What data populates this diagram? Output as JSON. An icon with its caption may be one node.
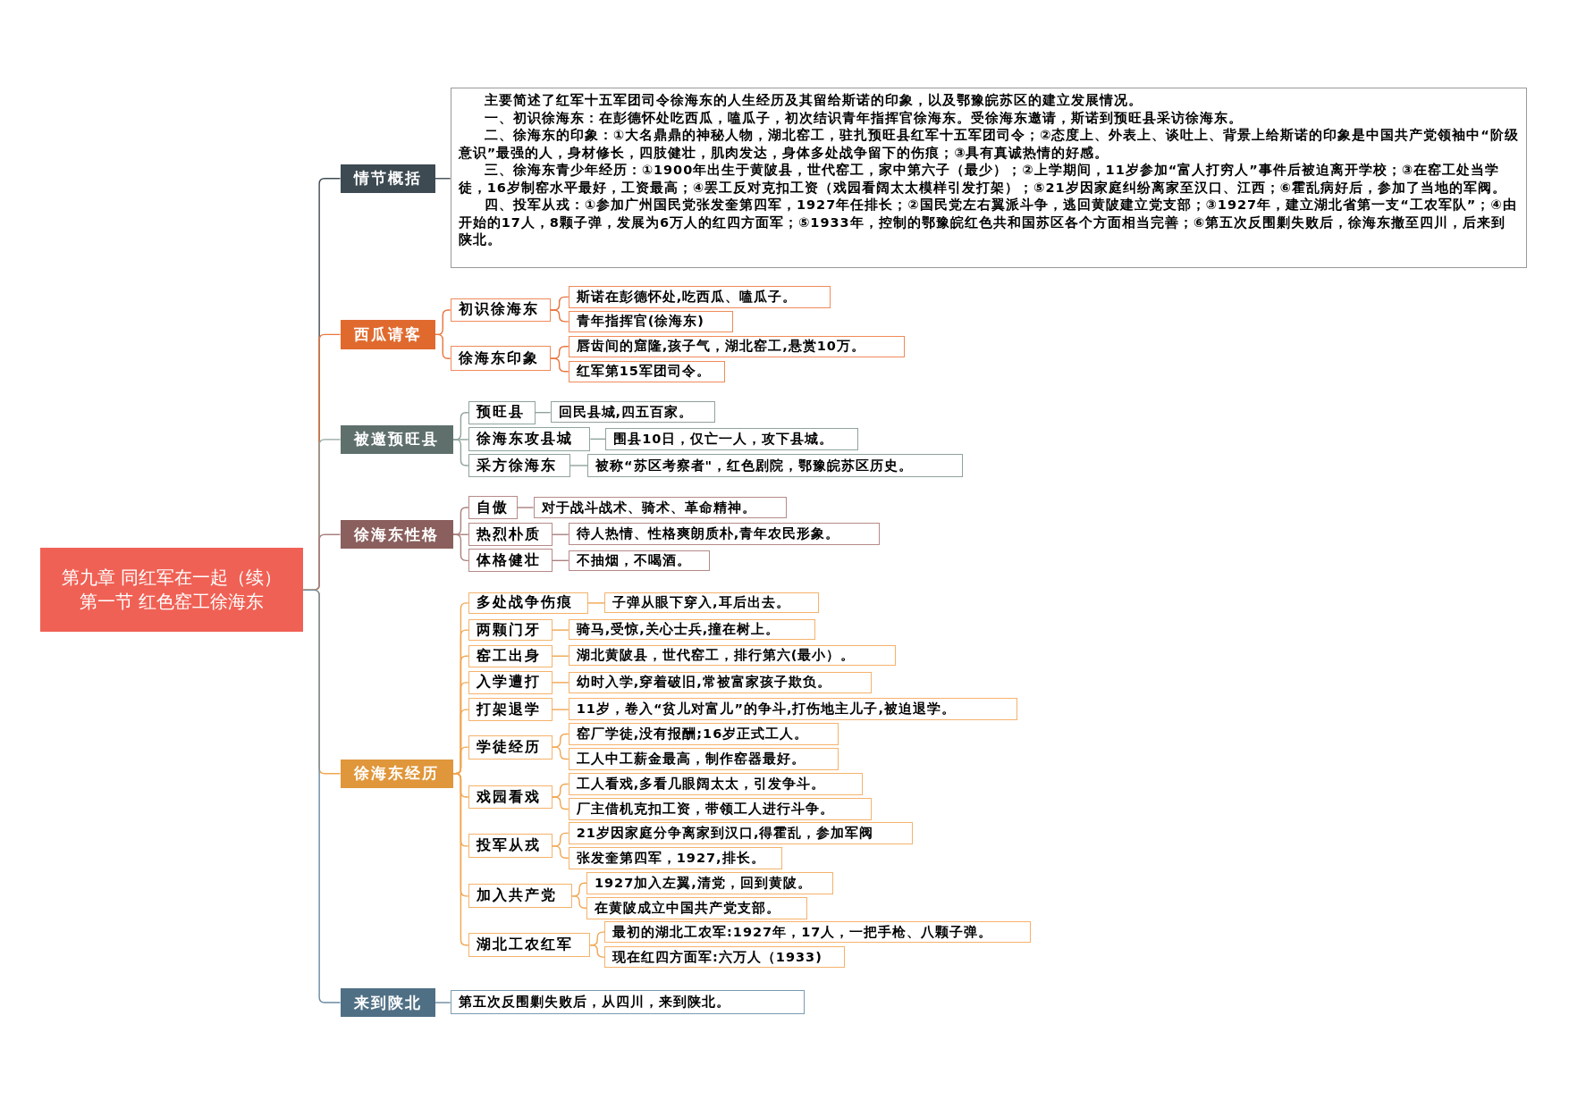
{
  "diagram": {
    "nodes": [
      {
        "text": [
          "第九章 同红军在一起（续）",
          "第一节 红色窑工徐海东"
        ]
      },
      {
        "text": [
          "情节概括"
        ]
      },
      {
        "text": [
          "主要简述了红军十五军团司令徐海东的人生经历及其留给斯诺的印象，以及鄂豫皖苏区的建立发展情况。",
          "一、初识徐海东：在彭德怀处吃西瓜，嗑瓜子，初次结识青年指挥官徐海东。受徐海东邀请，斯诺到预旺县采访徐海东。",
          "二、徐海东的印象：①大名鼎鼎的神秘人物，湖北窑工，驻扎预旺县红军十五军团司令；②态度上、外表上、谈吐上、背景上给斯诺的印象是中国共产党领袖中“阶级意识”最强的人，身材修长，四肢健壮，肌肉发达，身体多处战争留下的伤痕；③具有真诚热情的好感。",
          "三、徐海东青少年经历：①1900年出生于黄陂县，世代窑工，家中第六子（最少）；②上学期间，11岁参加“富人打穷人”事件后被迫离开学校；③在窑工处当学徒，16岁制窑水平最好，工资最高；④罢工反对克扣工资（戏园看阔太太模样引发打架）；⑤21岁因家庭纠纷离家至汉口、江西；⑥霍乱病好后，参加了当地的军阀。",
          "四、投军从戎：①参加广州国民党张发奎第四军，1927年任排长；②国民党左右翼派斗争，逃回黄陂建立党支部；③1927年，建立湖北省第一支“工农军队”；④由开始的17人，8颗子弹，发展为6万人的红四方面军；⑤1933年，控制的鄂豫皖红色共和国苏区各个方面相当完善；⑥第五次反围剿失败后，徐海东撤至四川，后来到陕北。"
        ]
      },
      {
        "text": [
          "西瓜请客"
        ]
      },
      {
        "text": [
          "初识徐海东"
        ]
      },
      {
        "text": [
          "斯诺在彭德怀处,吃西瓜、嗑瓜子。"
        ]
      },
      {
        "text": [
          "青年指挥官(徐海东)"
        ]
      },
      {
        "text": [
          "徐海东印象"
        ]
      },
      {
        "text": [
          "唇齿间的窟隆,孩子气，湖北窑工,悬赏10万。"
        ]
      },
      {
        "text": [
          "红军第15军团司令。"
        ]
      },
      {
        "text": [
          "被邀预旺县"
        ]
      },
      {
        "text": [
          "预旺县"
        ]
      },
      {
        "text": [
          "回民县城,四五百家。"
        ]
      },
      {
        "text": [
          "徐海东攻县城"
        ]
      },
      {
        "text": [
          "围县10日，仅亡一人，攻下县城。"
        ]
      },
      {
        "text": [
          "采方徐海东"
        ]
      },
      {
        "text": [
          "被称“苏区考察者\"，红色剧院，鄂豫皖苏区历史。"
        ]
      },
      {
        "text": [
          "徐海东性格"
        ]
      },
      {
        "text": [
          "自傲"
        ]
      },
      {
        "text": [
          "对于战斗战术、骑术、革命精神。"
        ]
      },
      {
        "text": [
          "热烈朴质"
        ]
      },
      {
        "text": [
          "待人热情、性格爽朗质朴,青年农民形象。"
        ]
      },
      {
        "text": [
          "体格健壮"
        ]
      },
      {
        "text": [
          "不抽烟，不喝酒。"
        ]
      },
      {
        "text": [
          "徐海东经历"
        ]
      },
      {
        "text": [
          "多处战争伤痕"
        ]
      },
      {
        "text": [
          "子弹从眼下穿入,耳后出去。"
        ]
      },
      {
        "text": [
          "两颗门牙"
        ]
      },
      {
        "text": [
          "骑马,受惊,关心士兵,撞在树上。"
        ]
      },
      {
        "text": [
          "窑工出身"
        ]
      },
      {
        "text": [
          "湖北黄陂县，世代窑工，排行第六(最小）。"
        ]
      },
      {
        "text": [
          "入学遭打"
        ]
      },
      {
        "text": [
          "幼时入学,穿着破旧,常被富家孩子欺负。"
        ]
      },
      {
        "text": [
          "打架退学"
        ]
      },
      {
        "text": [
          "11岁，卷入“贫儿对富儿”的争斗,打伤地主儿子,被迫退学。"
        ]
      },
      {
        "text": [
          "学徒经历"
        ]
      },
      {
        "text": [
          "窑厂学徒,没有报酬;16岁正式工人。"
        ]
      },
      {
        "text": [
          "工人中工薪金最高，制作窑器最好。"
        ]
      },
      {
        "text": [
          "戏园看戏"
        ]
      },
      {
        "text": [
          "工人看戏,多看几眼阔太太，引发争斗。"
        ]
      },
      {
        "text": [
          "厂主借机克扣工资，带领工人进行斗争。"
        ]
      },
      {
        "text": [
          "投军从戎"
        ]
      },
      {
        "text": [
          "21岁因家庭分争离家到汉口,得霍乱，参加军阀"
        ]
      },
      {
        "text": [
          "张发奎第四军，1927,排长。"
        ]
      },
      {
        "text": [
          "加入共产党"
        ]
      },
      {
        "text": [
          "1927加入左翼,清党，回到黄陂。"
        ]
      },
      {
        "text": [
          "在黄陂成立中国共产党支部。"
        ]
      },
      {
        "text": [
          "湖北工农红军"
        ]
      },
      {
        "text": [
          "最初的湖北工农军:1927年，17人，一把手枪、八颗子弹。"
        ]
      },
      {
        "text": [
          "现在红四方面军:六万人（1933)"
        ]
      },
      {
        "text": [
          "来到陕北"
        ]
      },
      {
        "text": [
          "第五次反围剿失败后，从四川，来到陕北。"
        ]
      }
    ],
    "edges": [
      {
        "from": 0,
        "to": 1,
        "arrow": "none",
        "color": "#3d4a52"
      },
      {
        "from": 1,
        "to": 2,
        "arrow": "none",
        "color": "#3d4a52"
      },
      {
        "from": 0,
        "to": 3,
        "arrow": "none",
        "color": "#e8743c"
      },
      {
        "from": 3,
        "to": 4,
        "arrow": "none",
        "color": "#e8743c"
      },
      {
        "from": 4,
        "to": 5,
        "arrow": "none",
        "color": "#e8743c"
      },
      {
        "from": 4,
        "to": 6,
        "arrow": "none",
        "color": "#e8743c"
      },
      {
        "from": 3,
        "to": 7,
        "arrow": "none",
        "color": "#e8743c"
      },
      {
        "from": 7,
        "to": 8,
        "arrow": "none",
        "color": "#e8743c"
      },
      {
        "from": 7,
        "to": 9,
        "arrow": "none",
        "color": "#e8743c"
      },
      {
        "from": 0,
        "to": 10,
        "arrow": "none",
        "color": "#8fa39c"
      },
      {
        "from": 10,
        "to": 11,
        "arrow": "none",
        "color": "#8fa39c"
      },
      {
        "from": 11,
        "to": 12,
        "arrow": "none",
        "color": "#8fa39c"
      },
      {
        "from": 10,
        "to": 13,
        "arrow": "none",
        "color": "#8fa39c"
      },
      {
        "from": 13,
        "to": 14,
        "arrow": "none",
        "color": "#8fa39c"
      },
      {
        "from": 10,
        "to": 15,
        "arrow": "none",
        "color": "#8fa39c"
      },
      {
        "from": 15,
        "to": 16,
        "arrow": "none",
        "color": "#8fa39c"
      },
      {
        "from": 0,
        "to": 17,
        "arrow": "none",
        "color": "#a9807e"
      },
      {
        "from": 17,
        "to": 18,
        "arrow": "none",
        "color": "#a9807e"
      },
      {
        "from": 18,
        "to": 19,
        "arrow": "none",
        "color": "#a9807e"
      },
      {
        "from": 17,
        "to": 20,
        "arrow": "none",
        "color": "#a9807e"
      },
      {
        "from": 20,
        "to": 21,
        "arrow": "none",
        "color": "#a9807e"
      },
      {
        "from": 17,
        "to": 22,
        "arrow": "none",
        "color": "#a9807e"
      },
      {
        "from": 22,
        "to": 23,
        "arrow": "none",
        "color": "#a9807e"
      },
      {
        "from": 0,
        "to": 24,
        "arrow": "none",
        "color": "#f0a650"
      },
      {
        "from": 24,
        "to": 25,
        "arrow": "none",
        "color": "#f0a650"
      },
      {
        "from": 25,
        "to": 26,
        "arrow": "none",
        "color": "#f0a650"
      },
      {
        "from": 24,
        "to": 27,
        "arrow": "none",
        "color": "#f0a650"
      },
      {
        "from": 27,
        "to": 28,
        "arrow": "none",
        "color": "#f0a650"
      },
      {
        "from": 24,
        "to": 29,
        "arrow": "none",
        "color": "#f0a650"
      },
      {
        "from": 29,
        "to": 30,
        "arrow": "none",
        "color": "#f0a650"
      },
      {
        "from": 24,
        "to": 31,
        "arrow": "none",
        "color": "#f0a650"
      },
      {
        "from": 31,
        "to": 32,
        "arrow": "none",
        "color": "#f0a650"
      },
      {
        "from": 24,
        "to": 33,
        "arrow": "none",
        "color": "#f0a650"
      },
      {
        "from": 33,
        "to": 34,
        "arrow": "none",
        "color": "#f0a650"
      },
      {
        "from": 24,
        "to": 35,
        "arrow": "none",
        "color": "#f0a650"
      },
      {
        "from": 35,
        "to": 36,
        "arrow": "none",
        "color": "#f0a650"
      },
      {
        "from": 35,
        "to": 37,
        "arrow": "none",
        "color": "#f0a650"
      },
      {
        "from": 24,
        "to": 38,
        "arrow": "none",
        "color": "#f0a650"
      },
      {
        "from": 38,
        "to": 39,
        "arrow": "none",
        "color": "#f0a650"
      },
      {
        "from": 38,
        "to": 40,
        "arrow": "none",
        "color": "#f0a650"
      },
      {
        "from": 24,
        "to": 41,
        "arrow": "none",
        "color": "#f0a650"
      },
      {
        "from": 41,
        "to": 42,
        "arrow": "none",
        "color": "#f0a650"
      },
      {
        "from": 41,
        "to": 43,
        "arrow": "none",
        "color": "#f0a650"
      },
      {
        "from": 24,
        "to": 44,
        "arrow": "none",
        "color": "#f0a650"
      },
      {
        "from": 44,
        "to": 45,
        "arrow": "none",
        "color": "#f0a650"
      },
      {
        "from": 44,
        "to": 46,
        "arrow": "none",
        "color": "#f0a650"
      },
      {
        "from": 24,
        "to": 47,
        "arrow": "none",
        "color": "#f0a650"
      },
      {
        "from": 47,
        "to": 48,
        "arrow": "none",
        "color": "#f0a650"
      },
      {
        "from": 47,
        "to": 49,
        "arrow": "none",
        "color": "#f0a650"
      },
      {
        "from": 0,
        "to": 50,
        "arrow": "none",
        "color": "#6a8aa0"
      },
      {
        "from": 50,
        "to": 51,
        "arrow": "none",
        "color": "#6a8aa0"
      }
    ]
  }
}
